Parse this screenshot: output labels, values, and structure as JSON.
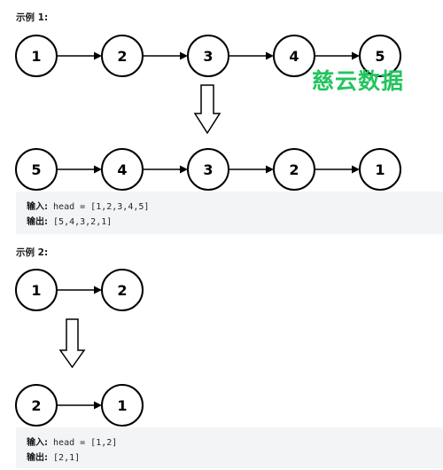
{
  "examples": [
    {
      "heading": "示例 1:",
      "input_label": "输入:",
      "input_value": "head = [1,2,3,4,5]",
      "output_label": "输出:",
      "output_value": "[5,4,3,2,1]",
      "before_nodes": [
        "1",
        "2",
        "3",
        "4",
        "5"
      ],
      "after_nodes": [
        "5",
        "4",
        "3",
        "2",
        "1"
      ]
    },
    {
      "heading": "示例 2:",
      "input_label": "输入:",
      "input_value": "head = [1,2]",
      "output_label": "输出:",
      "output_value": "[2,1]",
      "before_nodes": [
        "1",
        "2"
      ],
      "after_nodes": [
        "2",
        "1"
      ]
    }
  ],
  "watermark": "慈云数据",
  "colors": {
    "watermark": "#22c55e",
    "code_background": "#f3f4f5",
    "node_stroke": "#000000"
  }
}
